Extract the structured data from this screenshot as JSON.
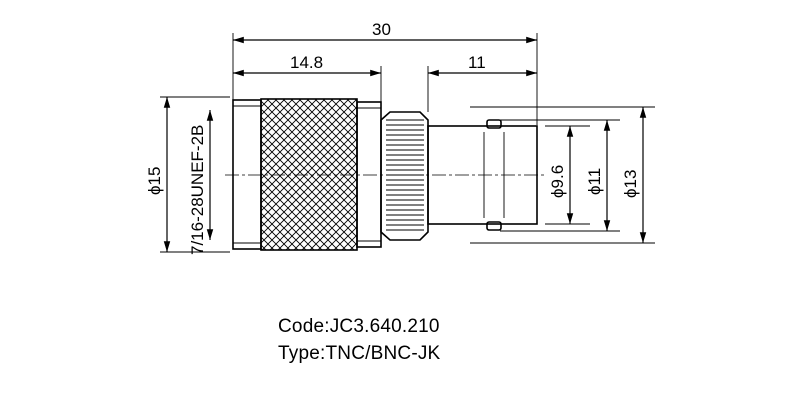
{
  "dimensions": {
    "overall_length": "30",
    "knurl_length": "14.8",
    "bnc_length": "11",
    "dia_15": "ϕ15",
    "thread": "7/16-28UNEF-2B",
    "dia_9_6": "ϕ9.6",
    "dia_11": "ϕ11",
    "dia_13": "ϕ13"
  },
  "caption": {
    "code": "Code:JC3.640.210",
    "type": "Type:TNC/BNC-JK"
  }
}
